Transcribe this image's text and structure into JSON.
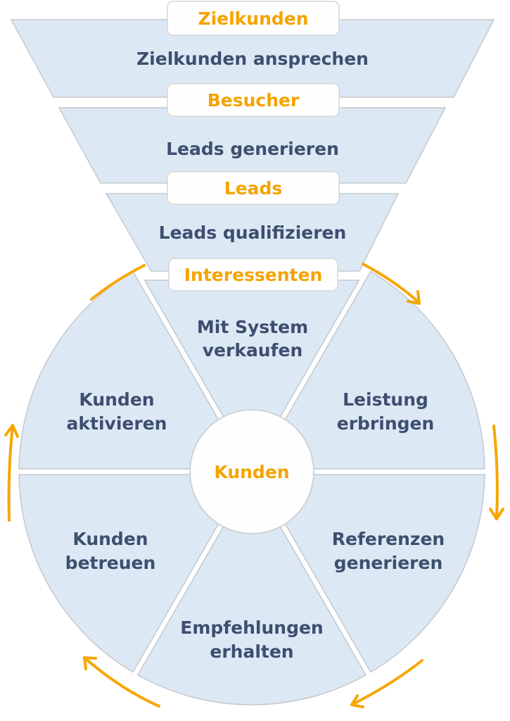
{
  "colors": {
    "segment_fill": "#dde8f5",
    "segment_stroke": "#c4c8cc",
    "step_text": "#3d4f6f",
    "stage_text": "#f5a300",
    "arrow": "#f7a600",
    "box_fill": "#fefefe"
  },
  "funnel": {
    "stages": [
      {
        "label": "Zielkunden"
      },
      {
        "label": "Besucher"
      },
      {
        "label": "Leads"
      },
      {
        "label": "Interessenten"
      }
    ],
    "steps": [
      {
        "label": "Zielkunden ansprechen"
      },
      {
        "label": "Leads generieren"
      },
      {
        "label": "Leads qualifizieren"
      }
    ]
  },
  "wheel": {
    "center_label": "Kunden",
    "segments": [
      {
        "line1": "Mit System",
        "line2": "verkaufen"
      },
      {
        "line1": "Leistung",
        "line2": "erbringen"
      },
      {
        "line1": "Referenzen",
        "line2": "generieren"
      },
      {
        "line1": "Empfehlungen",
        "line2": "erhalten"
      },
      {
        "line1": "Kunden",
        "line2": "betreuen"
      },
      {
        "line1": "Kunden",
        "line2": "aktivieren"
      }
    ],
    "flow_direction": "clockwise"
  }
}
